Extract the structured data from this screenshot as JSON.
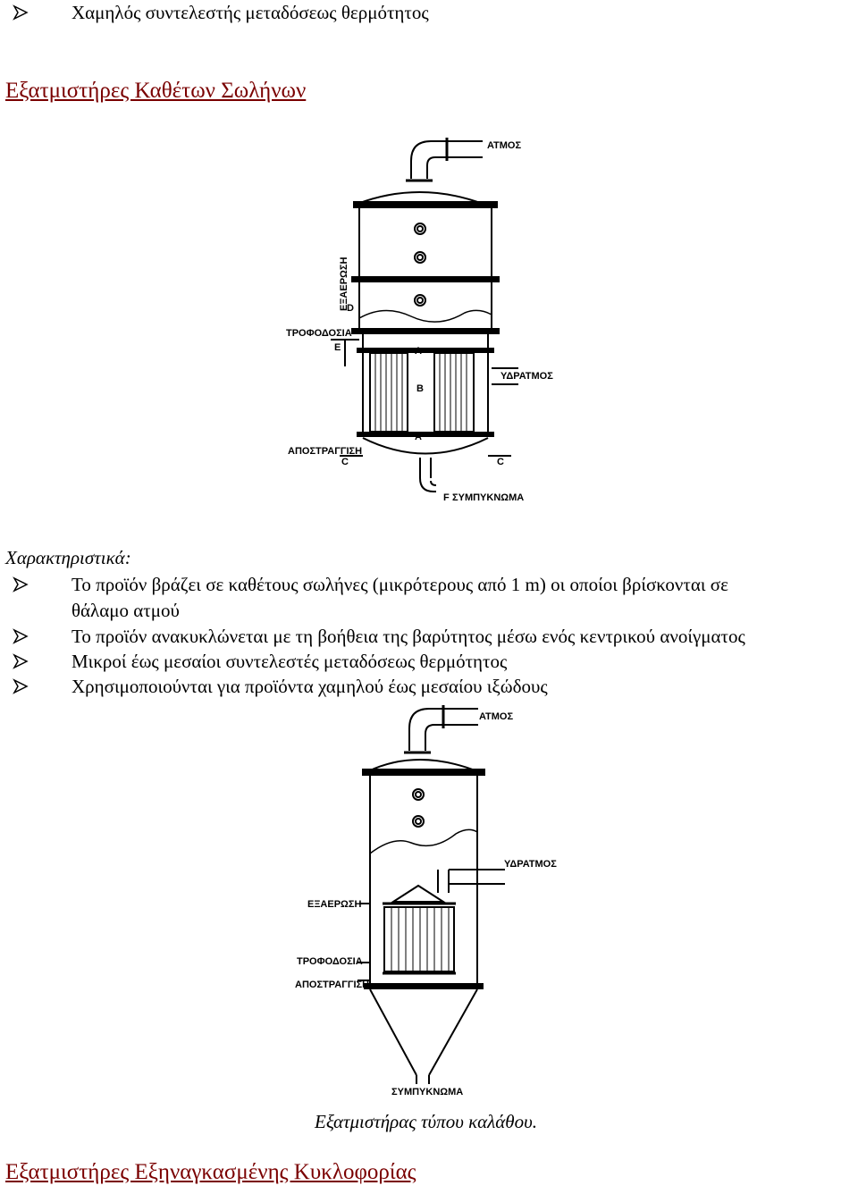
{
  "top_bullet": "Χαμηλός συντελεστής μεταδόσεως θερμότητος",
  "section1_title": "Εξατμιστήρες Καθέτων Σωλήνων",
  "figure1": {
    "labels": {
      "atmos": "ΑΤΜΟΣ",
      "exaerosi": "ΕΞΑΕΡΩΣΗ",
      "trofodosia": "ΤΡΟΦΟΔΟΣΙΑ",
      "ydratmos": "ΥΔΡΑΤΜΟΣ",
      "apostraggisi": "ΑΠΟΣΤΡΑΓΓΙΣΗ",
      "sympyknoma": "ΣΥΜΠΥΚΝΩΜΑ",
      "letter_a_top": "A",
      "letter_b": "B",
      "letter_a_bottom": "A",
      "letter_c_left": "C",
      "letter_c_right": "C",
      "letter_d": "D",
      "letter_e": "E",
      "letter_f": "F"
    }
  },
  "characteristics_label": "Χαρακτηριστικά:",
  "bullets": [
    "Το προϊόν βράζει σε καθέτους σωλήνες (μικρότερους από 1 m) οι οποίοι βρίσκονται σε",
    "θάλαμο ατμού",
    "Το προϊόν ανακυκλώνεται με τη βοήθεια της βαρύτητος μέσω ενός κεντρικού ανοίγματος",
    "Μικροί έως μεσαίοι συντελεστές μεταδόσεως θερμότητος",
    "Χρησιμοποιούνται για προϊόντα χαμηλού έως μεσαίου ιξώδους"
  ],
  "figure2": {
    "labels": {
      "atmos": "ΑΤΜΟΣ",
      "ydratmos": "ΥΔΡΑΤΜΟΣ",
      "exaerosi": "ΕΞΑΕΡΩΣΗ",
      "trofodosia": "ΤΡΟΦΟΔΟΣΙΑ",
      "apostraggisi": "ΑΠΟΣΤΡΑΓΓΙΣΗ",
      "sympyknoma": "ΣΥΜΠΥΚΝΩΜΑ"
    },
    "caption": "Εξατμιστήρας τύπου καλάθου."
  },
  "section2_title": "Εξατμιστήρες Εξηναγκασμένης Κυκλοφορίας",
  "colors": {
    "heading": "#7a0000",
    "text": "#000000"
  },
  "icons": {
    "bullet": "arrowhead-bullet-icon"
  }
}
